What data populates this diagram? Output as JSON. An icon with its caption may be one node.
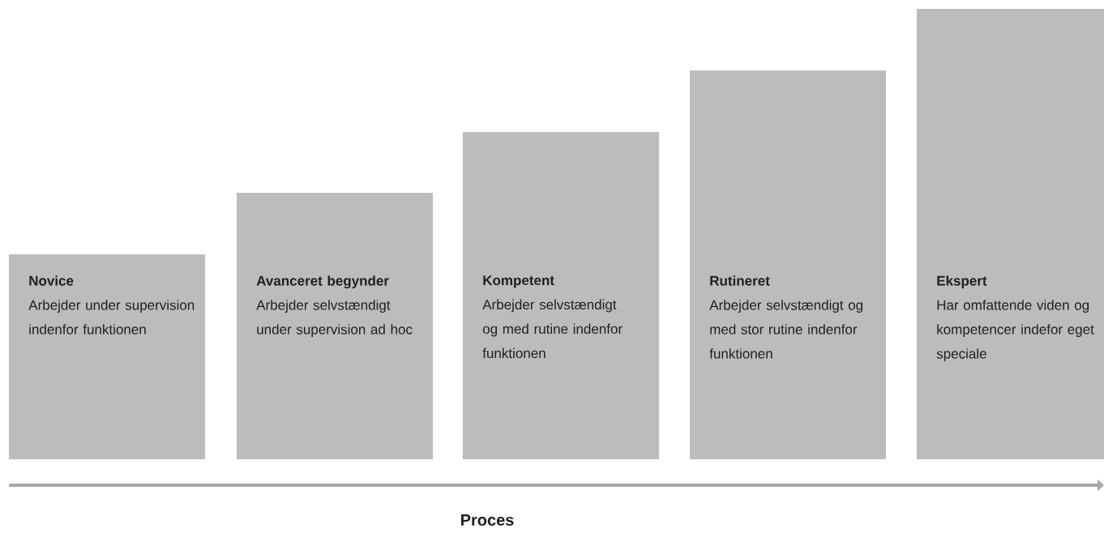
{
  "diagram": {
    "nodes": [
      {
        "text": [
          "Novice",
          "Arbejder under supervision indenfor funktionen"
        ]
      },
      {
        "text": [
          "Avanceret begynder",
          "Arbejder selvstændigt under supervision ad hoc"
        ]
      },
      {
        "text": [
          "Kompetent",
          "Arbejder selvstændigt og med rutine indenfor funktionen"
        ]
      },
      {
        "text": [
          "Rutineret",
          "Arbejder selvstændigt og med stor rutine indenfor funktionen"
        ]
      },
      {
        "text": [
          "Ekspert",
          "Har omfattende viden og kompetencer indefor eget speciale"
        ]
      }
    ],
    "labels": [
      "Proces"
    ]
  }
}
